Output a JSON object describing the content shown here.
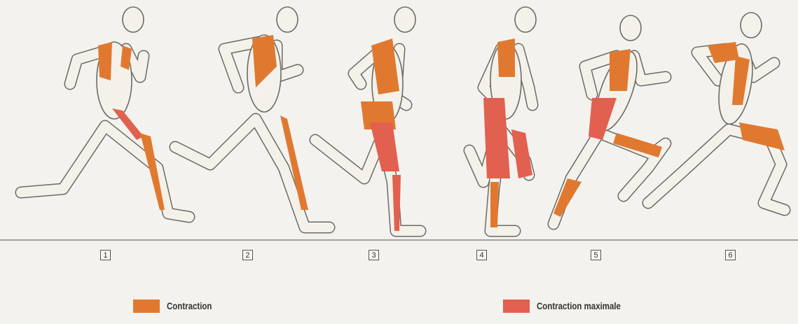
{
  "phases": [
    "1",
    "2",
    "3",
    "4",
    "5",
    "6"
  ],
  "legend": {
    "contraction": "Contraction",
    "contraction_max": "Contraction maximale"
  },
  "colors": {
    "contraction": "#e0792f",
    "contraction_max": "#e2604f",
    "background": "#f3f2ef",
    "ground": "#8a8883",
    "outline": "#6b6b66",
    "skin": "#f4f1ea"
  }
}
